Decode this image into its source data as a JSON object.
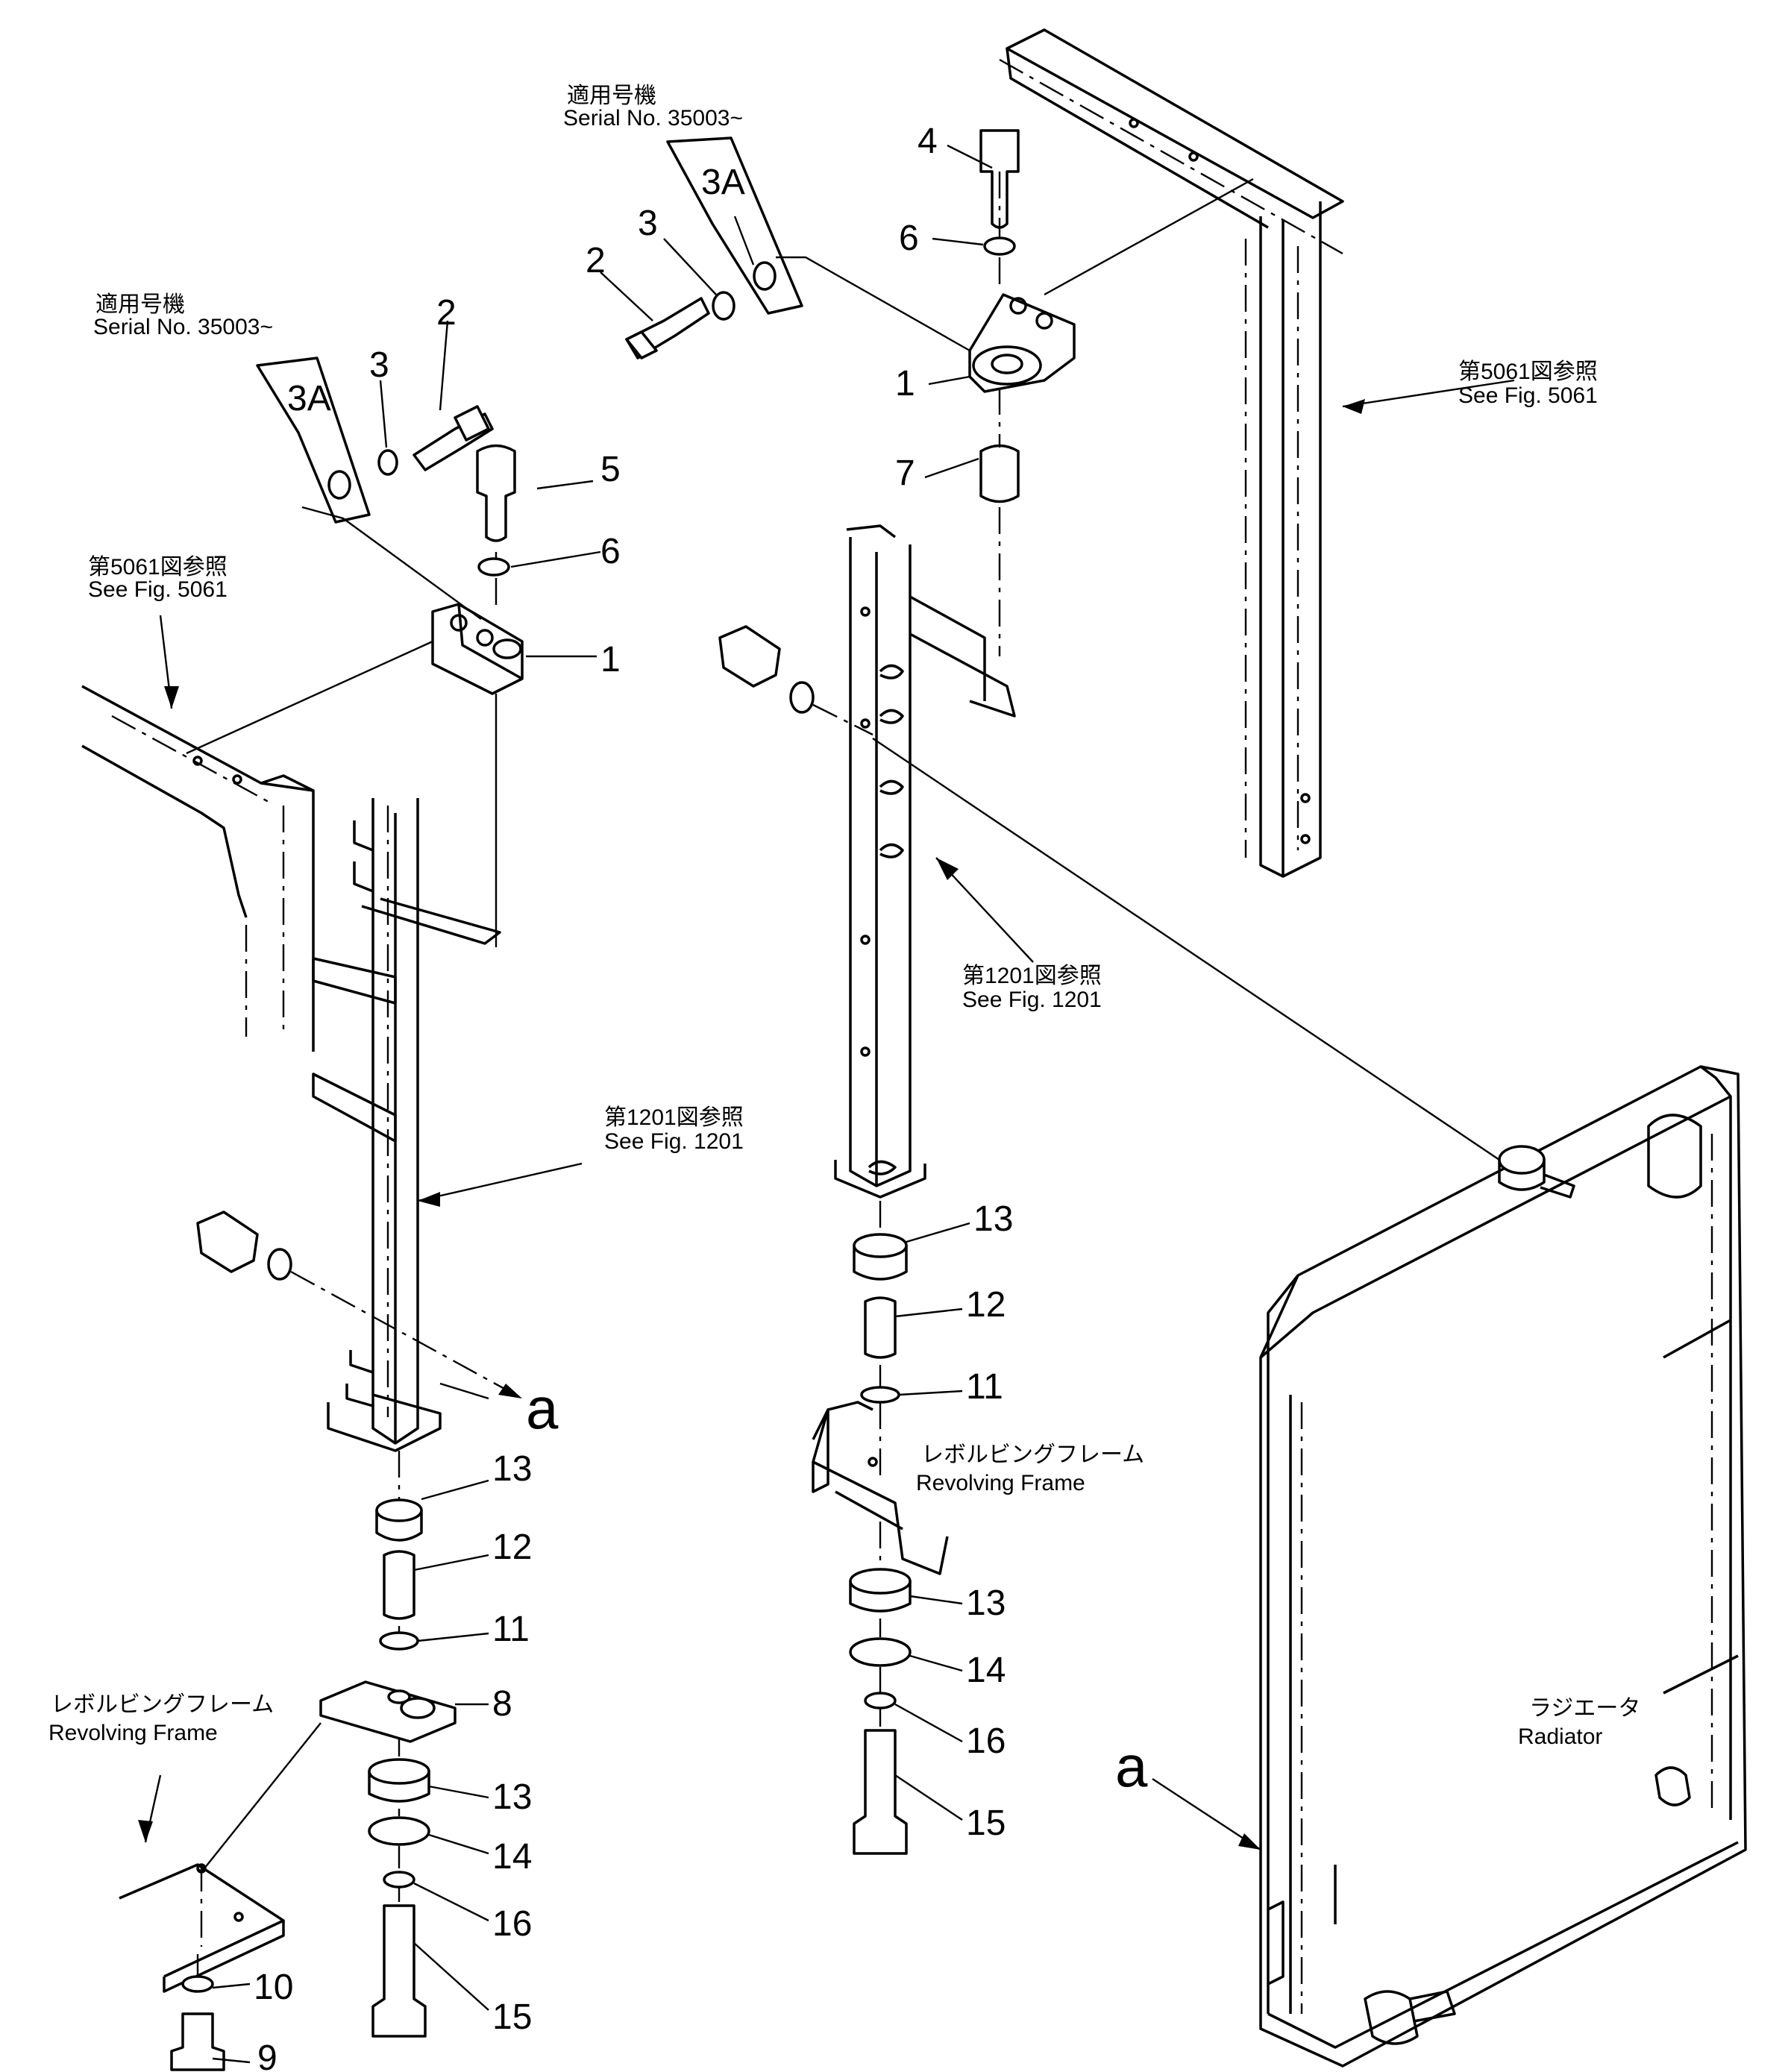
{
  "serial_note": {
    "ja": "適用号機",
    "en": "Serial No. 35003~"
  },
  "fig_refs": {
    "fig5061": {
      "ja": "第5061図参照",
      "en": "See Fig. 5061"
    },
    "fig1201": {
      "ja": "第1201図参照",
      "en": "See Fig. 1201"
    }
  },
  "revolving_frame": {
    "ja": "レボルビングフレーム",
    "en": "Revolving Frame"
  },
  "radiator": {
    "ja": "ラジエータ",
    "en": "Radiator"
  },
  "connector_label": "a",
  "part_numbers": {
    "p1": "1",
    "p2": "2",
    "p3": "3",
    "p3a": "3A",
    "p4": "4",
    "p5": "5",
    "p6": "6",
    "p7": "7",
    "p8": "8",
    "p9": "9",
    "p10": "10",
    "p11": "11",
    "p12": "12",
    "p13": "13",
    "p14": "14",
    "p15": "15",
    "p16": "16"
  }
}
